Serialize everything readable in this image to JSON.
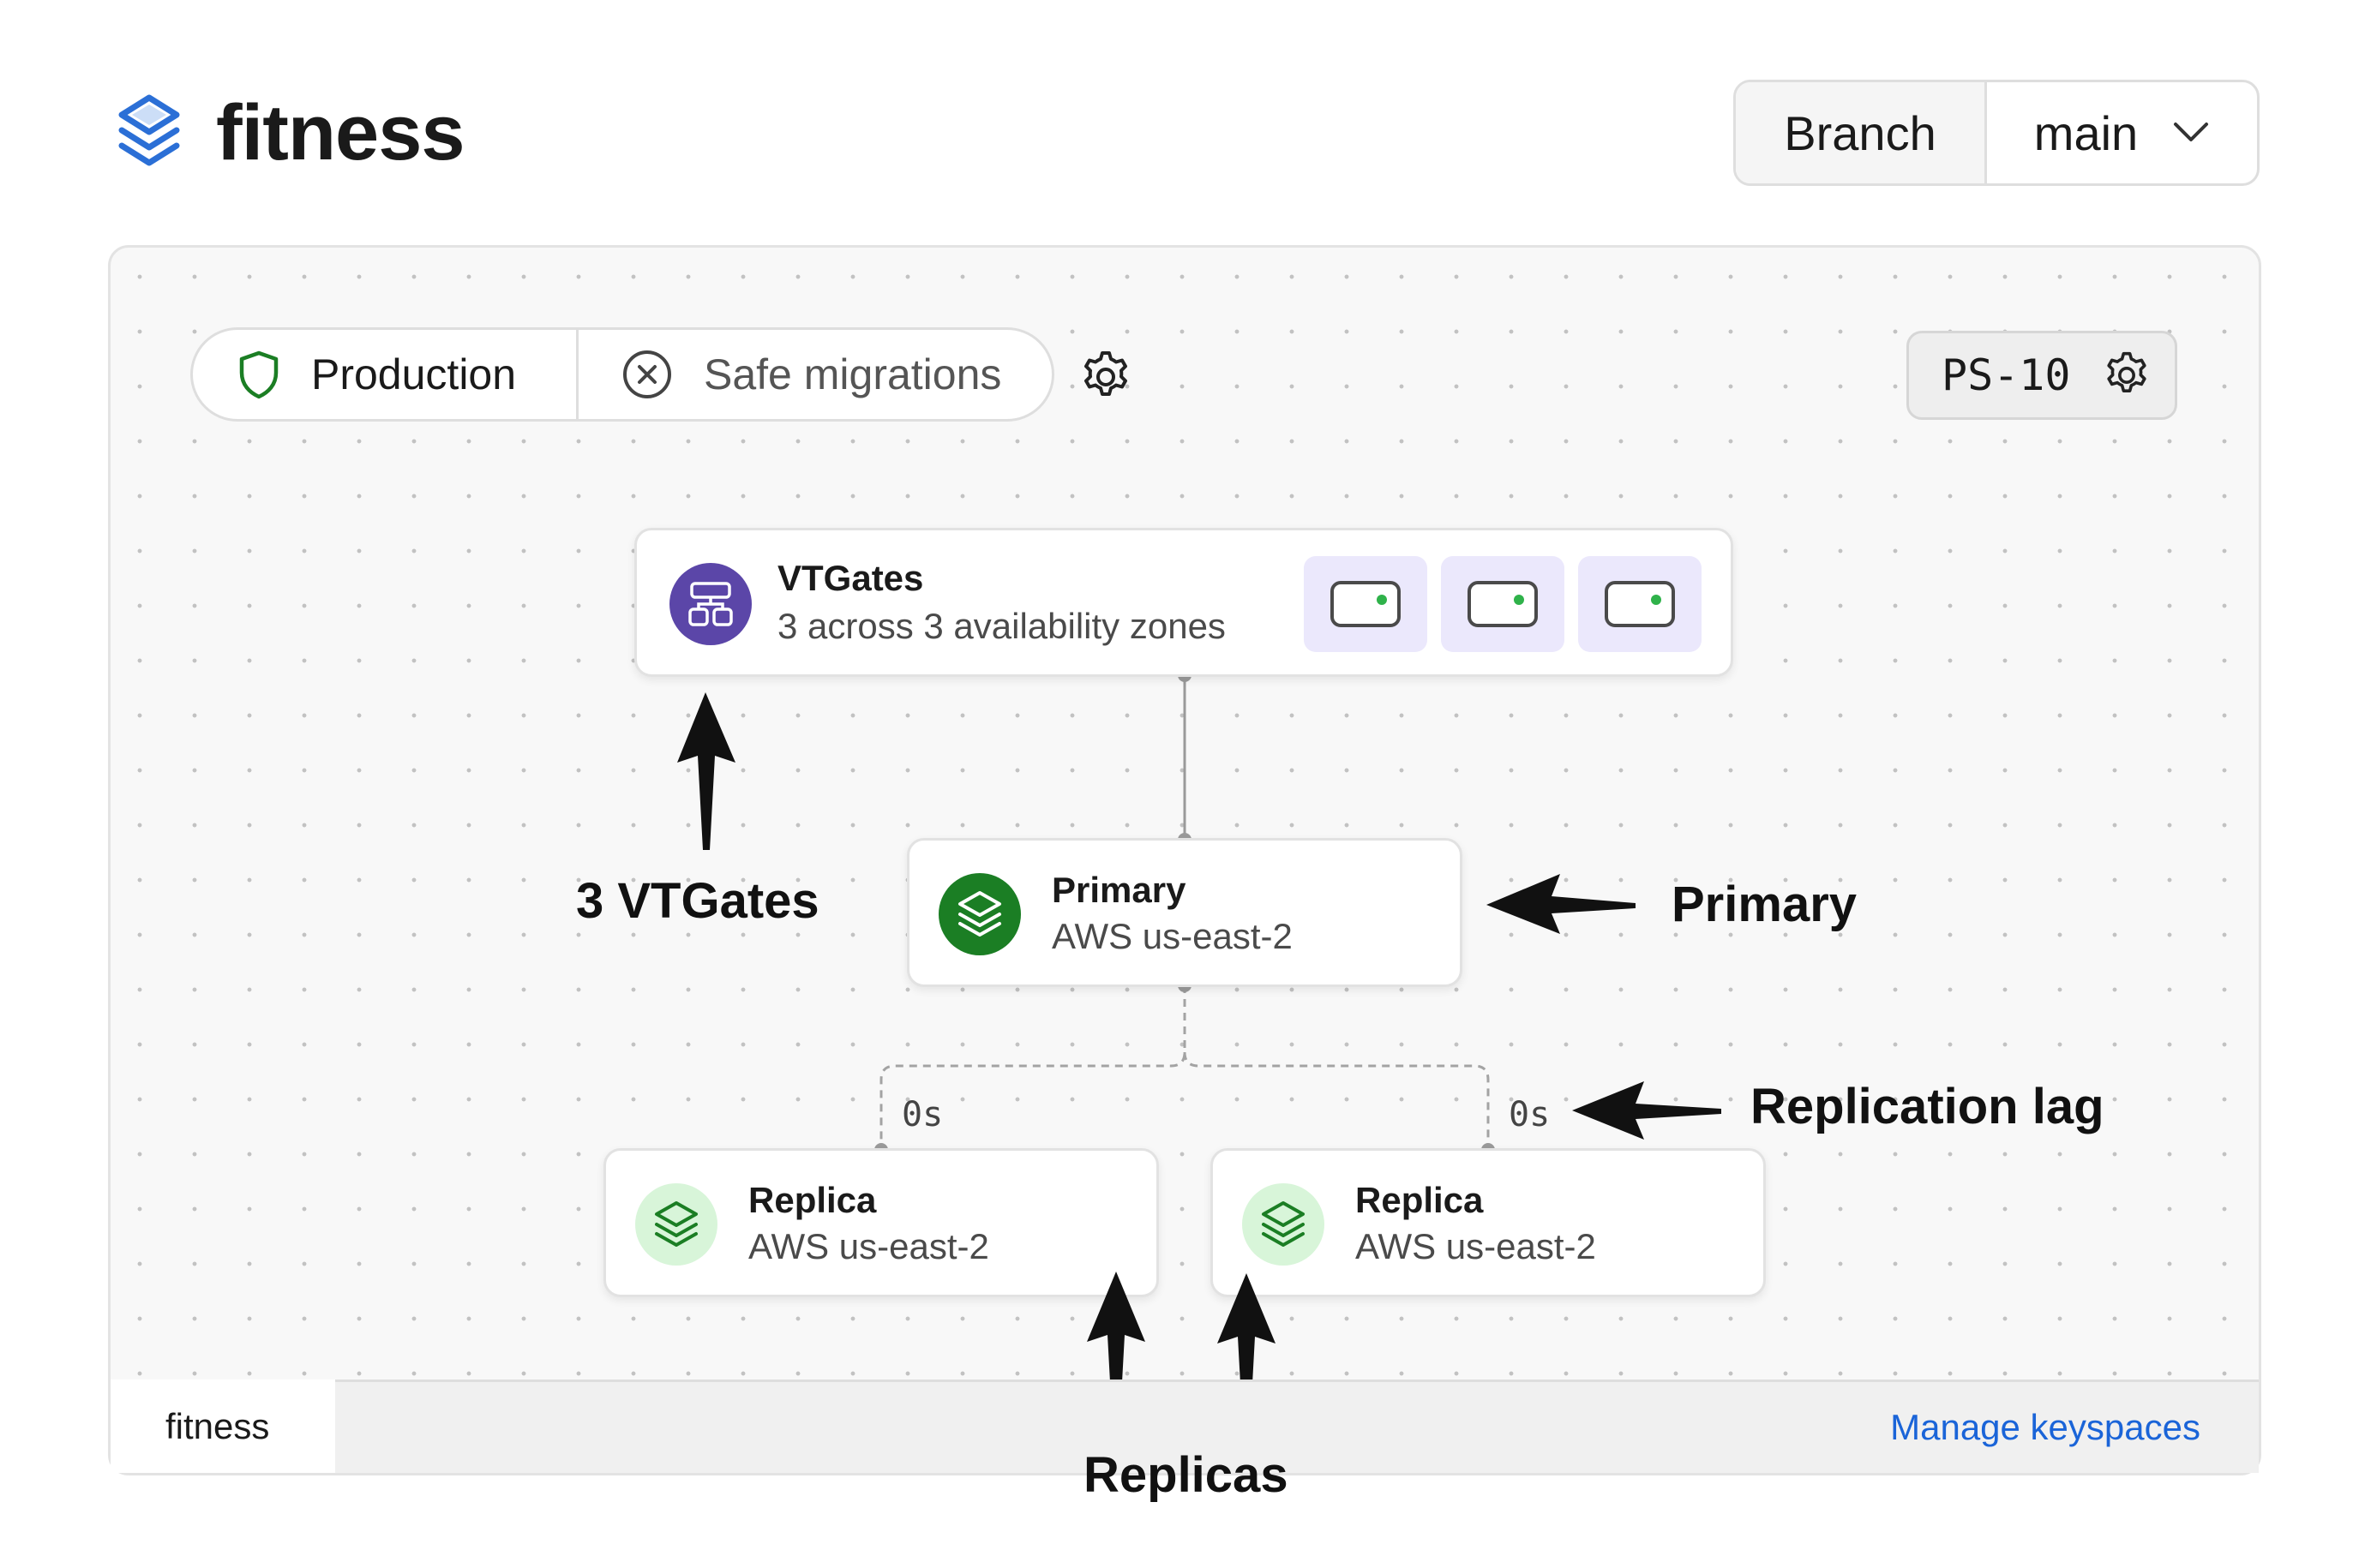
{
  "header": {
    "app_name": "fitness",
    "branch_label": "Branch",
    "branch_value": "main"
  },
  "toolbar": {
    "production_label": "Production",
    "safe_migrations_label": "Safe migrations",
    "cluster_size": "PS-10"
  },
  "topology": {
    "vtgates": {
      "title": "VTGates",
      "subtitle": "3 across 3 availability zones",
      "gate_count": 3
    },
    "primary": {
      "title": "Primary",
      "subtitle": "AWS us-east-2"
    },
    "replicas": [
      {
        "title": "Replica",
        "subtitle": "AWS us-east-2",
        "lag": "0s"
      },
      {
        "title": "Replica",
        "subtitle": "AWS us-east-2",
        "lag": "0s"
      }
    ]
  },
  "annotations": {
    "vtgates": "3 VTGates",
    "primary": "Primary",
    "replication_lag": "Replication lag",
    "replicas": "Replicas"
  },
  "footer": {
    "keyspace_tab": "fitness",
    "manage_link": "Manage keyspaces"
  },
  "colors": {
    "brand_blue": "#2b6fd6",
    "vtgate_purple": "#5b46a8",
    "primary_green": "#1b7e24",
    "replica_green_bg": "#d8f5d9",
    "gate_chip_bg": "#ebe8fc",
    "status_dot": "#2fb24a",
    "link_blue": "#1a64d8"
  },
  "icons": {
    "logo": "layers-icon",
    "production": "shield-icon",
    "safe_migrations": "x-circle-icon",
    "settings": "gear-icon",
    "vtgates": "network-gateway-icon",
    "database": "layers-icon"
  }
}
